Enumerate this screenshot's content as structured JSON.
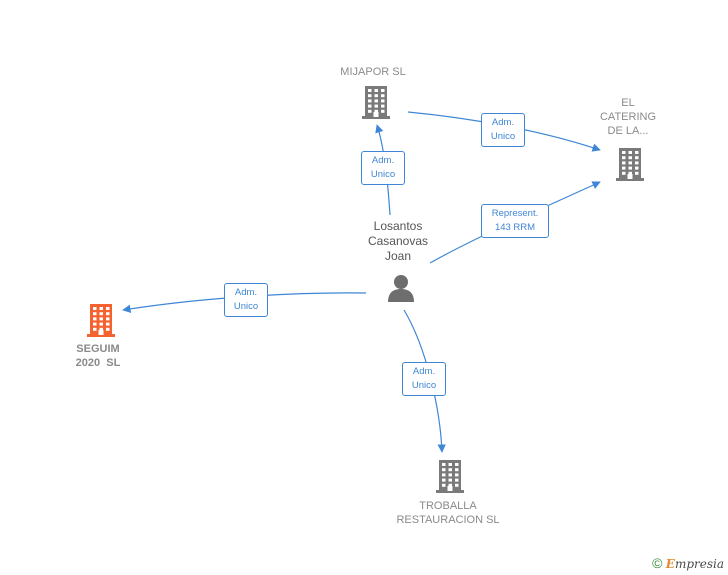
{
  "nodes": {
    "mijapor": {
      "label": "MIJAPOR SL",
      "color": "#7a7a7a"
    },
    "catering": {
      "label_lines": [
        "EL",
        "CATERING",
        "DE LA..."
      ],
      "color": "#7a7a7a"
    },
    "person": {
      "label_lines": [
        "Losantos",
        "Casanovas",
        "Joan"
      ],
      "color": "#6e6e6e"
    },
    "seguim": {
      "label_lines": [
        "SEGUIM",
        "2020  SL"
      ],
      "color": "#f4622f"
    },
    "troballa": {
      "label_lines": [
        "TROBALLA",
        "RESTAURACION SL"
      ],
      "color": "#7a7a7a"
    }
  },
  "edges": {
    "person_mijapor": {
      "lines": [
        "Adm.",
        "Unico"
      ]
    },
    "mijapor_catering": {
      "lines": [
        "Adm.",
        "Unico"
      ]
    },
    "person_catering": {
      "lines": [
        "Represent.",
        "143 RRM"
      ]
    },
    "person_seguim": {
      "lines": [
        "Adm.",
        "Unico"
      ]
    },
    "person_troballa": {
      "lines": [
        "Adm.",
        "Unico"
      ]
    }
  },
  "edge_color": "#3f86d6",
  "footer": {
    "copyright": "©",
    "brand_initial": "E",
    "brand_rest": "mpresia"
  }
}
